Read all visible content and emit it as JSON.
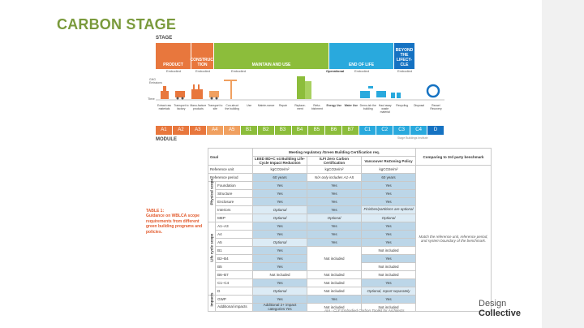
{
  "title": "CARBON STAGE",
  "stage_label": "STAGE",
  "module_label": "MODULE",
  "ghg_label": "GHG Emissions",
  "time_label": "Time",
  "source_credit": "Stage Buildings Institute",
  "bands": [
    {
      "label": "PRODUCT",
      "color": "#e8773d",
      "sub": "Embodied"
    },
    {
      "label": "CONSTRUC-TION",
      "color": "#e8773d",
      "sub": "Embodied"
    },
    {
      "label": "MAINTAIN AND USE",
      "color": "#8cbd3b",
      "sub": "Embodied"
    },
    {
      "label": "END OF LIFE",
      "color": "#29a9dd",
      "sub": "Embodied"
    },
    {
      "label": "BEYOND THE LIFECY-CLE",
      "color": "#1572c2",
      "sub": "Embodied"
    }
  ],
  "operational_label": "Operational",
  "processes": [
    "Extract raw materials",
    "Transport to factory",
    "Manu-facture products",
    "Transport to site",
    "Con-struct the building",
    "Use",
    "Mainte-nance",
    "Repair",
    "Replace-ment",
    "Refur-bishment",
    "Energy Use",
    "Water Use",
    "Demo-ish the building",
    "Haul away waste material",
    "Recycling",
    "Disposal",
    "Reuse/ Recovery"
  ],
  "modules": [
    {
      "code": "A1",
      "color": "#e8773d"
    },
    {
      "code": "A2",
      "color": "#e8773d"
    },
    {
      "code": "A3",
      "color": "#e8773d"
    },
    {
      "code": "A4",
      "color": "#f0a060"
    },
    {
      "code": "A5",
      "color": "#f0a060"
    },
    {
      "code": "B1",
      "color": "#8cbd3b"
    },
    {
      "code": "B2",
      "color": "#8cbd3b"
    },
    {
      "code": "B3",
      "color": "#8cbd3b"
    },
    {
      "code": "B4",
      "color": "#8cbd3b"
    },
    {
      "code": "B5",
      "color": "#8cbd3b"
    },
    {
      "code": "B6",
      "color": "#8cbd3b"
    },
    {
      "code": "B7",
      "color": "#8cbd3b"
    },
    {
      "code": "C1",
      "color": "#29a9dd"
    },
    {
      "code": "C2",
      "color": "#29a9dd"
    },
    {
      "code": "C3",
      "color": "#29a9dd"
    },
    {
      "code": "C4",
      "color": "#29a9dd"
    },
    {
      "code": "D",
      "color": "#1572c2"
    }
  ],
  "table_caption": {
    "label": "TABLE 1:",
    "text": "Guidance on WBLCA scope requirements from different green building programs and policies."
  },
  "table": {
    "goal": "Goal",
    "meeting_header": "Meeting regulatory /Green Building Certification req.",
    "compare_header": "Comparing to 3rd party benchmark",
    "programs": [
      "LEED BD+C v4 Building Life-Cycle Impact Reduction",
      "ILFI Zero Carbon Certification",
      "Vancouver ReZoning Policy"
    ],
    "ref_unit": [
      "Reference unit",
      "kgCO2e/m²",
      "kgCO2e/m²",
      "kgCO2e/m²"
    ],
    "ref_period": [
      "Reference period",
      "60 years",
      "N/A only includes A1-A5",
      "60 years"
    ],
    "note": "Match the reference unit, reference period, and system boundary of the benchmark.",
    "groups": [
      {
        "name": "Physical scope",
        "rows": [
          [
            "Foundation",
            "Yes",
            "Yes",
            "Yes"
          ],
          [
            "Structure",
            "Yes",
            "Yes",
            "Yes"
          ],
          [
            "Enclosure",
            "Yes",
            "Yes",
            "Yes"
          ],
          [
            "Interiors",
            "Optional",
            "Yes",
            "Finishes/partitions are optional"
          ],
          [
            "MEP",
            "Optional",
            "Optional",
            "Optional"
          ]
        ]
      },
      {
        "name": "Life cycle scope",
        "rows": [
          [
            "A1–A3",
            "Yes",
            "Yes",
            "Yes"
          ],
          [
            "A4",
            "Yes",
            "Yes",
            "Yes"
          ],
          [
            "A5",
            "Optional",
            "Yes",
            "Yes"
          ],
          [
            "B1",
            "Yes",
            "",
            "Not included"
          ],
          [
            "B2–B4",
            "Yes",
            "Not included",
            "Yes"
          ],
          [
            "B5",
            "Yes",
            "",
            "Not included"
          ],
          [
            "B6–B7",
            "Not included",
            "Not included",
            "Not included"
          ],
          [
            "C1–C4",
            "Yes",
            "Not included",
            "Yes"
          ],
          [
            "D",
            "Optional",
            "Not included",
            "Optional, report separately"
          ]
        ]
      },
      {
        "name": "Impacts",
        "rows": [
          [
            "GWP",
            "Yes",
            "Yes",
            "Yes"
          ],
          [
            "Additional impacts",
            "Additional 2+ impact categories Yes",
            "Not included",
            "Not included"
          ]
        ]
      }
    ]
  },
  "table_source": "AIA - CLF Embodied Carbon Toolkit for Architects",
  "logo": {
    "line1": "Design",
    "line2": "Collective"
  }
}
